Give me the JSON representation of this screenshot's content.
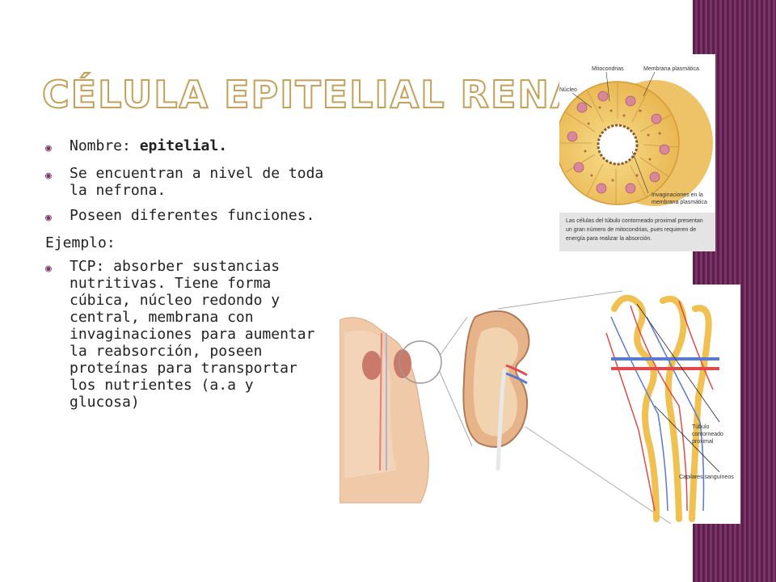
{
  "slide": {
    "title": "Célula epitelial renal:",
    "bullets": [
      {
        "prefix": "Nombre: ",
        "bold": "epitelial."
      },
      {
        "text": "Se encuentran a nivel de toda la nefrona."
      },
      {
        "text": "Poseen diferentes funciones."
      }
    ],
    "example_label": "Ejemplo:",
    "example_bullet": "TCP: absorber sustancias nutritivas. Tiene forma cúbica, núcleo redondo y central, membrana con invaginaciones para aumentar la reabsorción, poseen proteínas para transportar los nutrientes (a.a y glucosa)"
  },
  "cell_figure": {
    "labels": {
      "mitocondrias": "Mitocondrias",
      "membrana": "Membrana plasmática",
      "nucleo": "Núcleo",
      "invaginaciones_1": "Invaginaciones en la",
      "invaginaciones_2": "membrana plasmática"
    },
    "caption": [
      "Las células del túbulo contorneado proximal presentan",
      "un gran número de mitocondrias, pues requieren de",
      "energía para realizar la absorción."
    ]
  },
  "kidney_figure": {
    "labels": {
      "tubulo_1": "Túbulo",
      "tubulo_2": "contorneado",
      "tubulo_3": "proximal",
      "capilares": "Capilares sanguíneos"
    }
  }
}
